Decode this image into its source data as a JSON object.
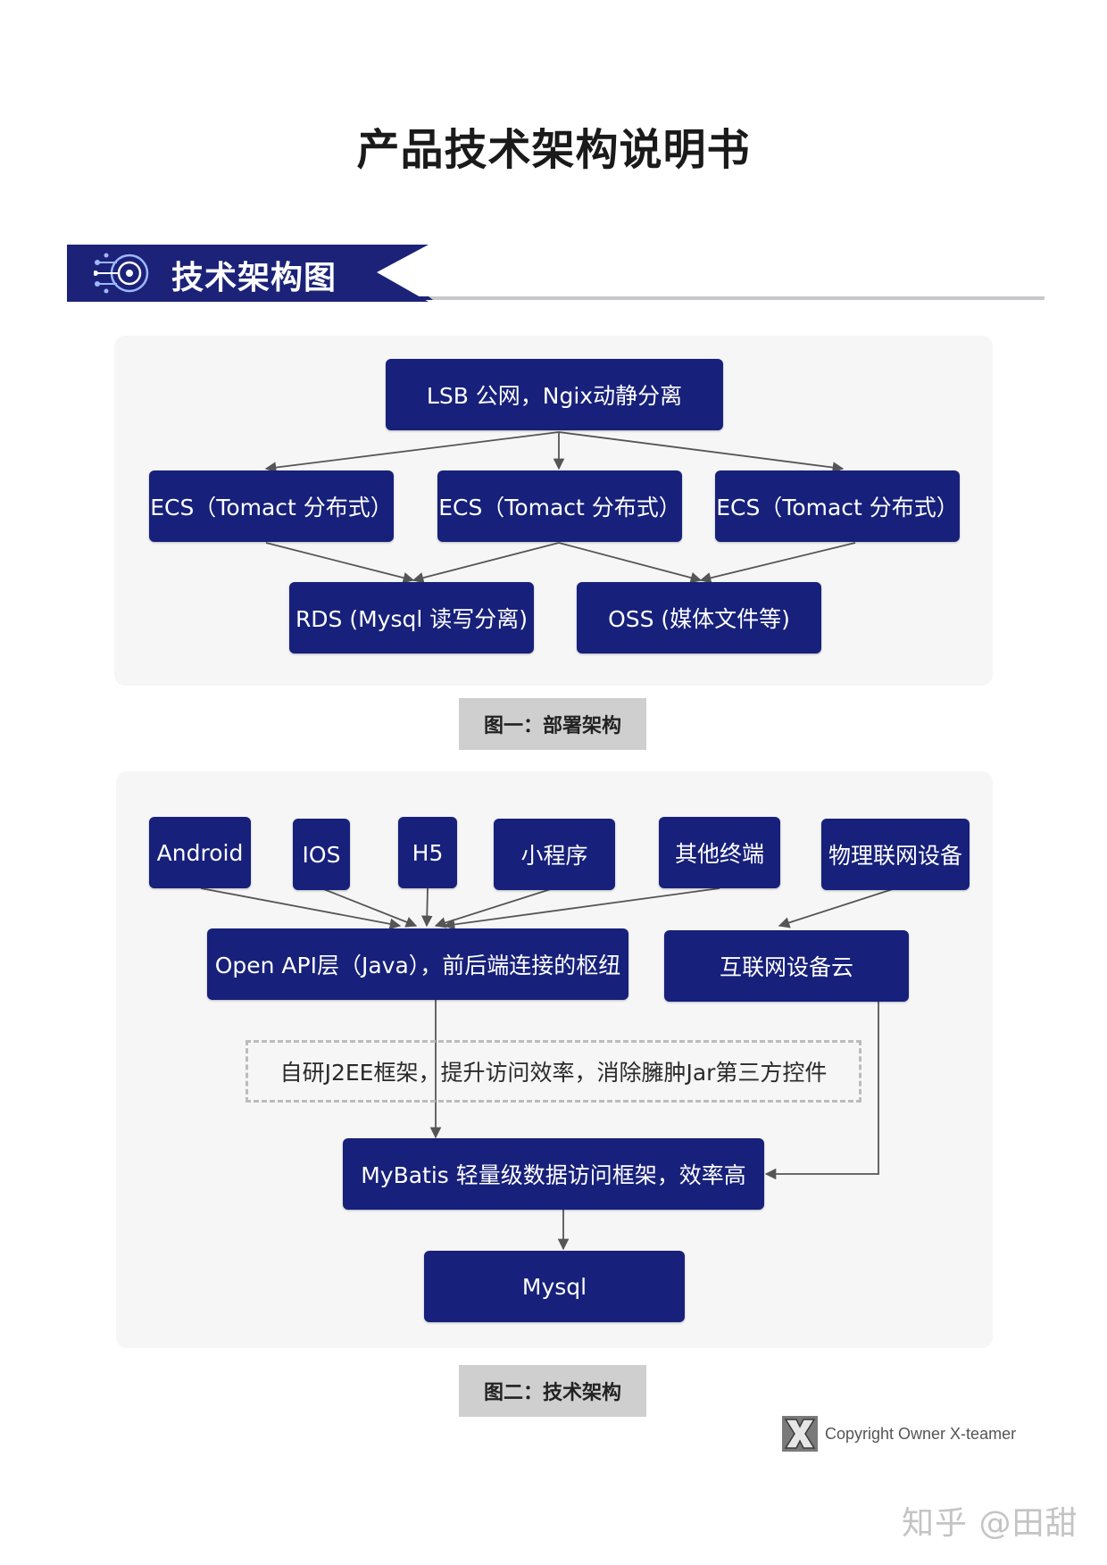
{
  "document": {
    "title": "产品技术架构说明书",
    "section_title": "技术架构图"
  },
  "diagram1": {
    "nodes": {
      "lsb": "LSB 公网，Ngix动静分离",
      "ecs1": "ECS（Tomact 分布式）",
      "ecs2": "ECS（Tomact 分布式）",
      "ecs3": "ECS（Tomact 分布式）",
      "rds": "RDS (Mysql 读写分离)",
      "oss": "OSS (媒体文件等)"
    },
    "caption": "图一：部署架构"
  },
  "diagram2": {
    "nodes": {
      "android": "Android",
      "ios": "IOS",
      "h5": "H5",
      "miniprogram": "小程序",
      "other": "其他终端",
      "iot": "物理联网设备",
      "open_api": "Open API层（Java），前后端连接的枢纽",
      "iot_cloud": "互联网设备云",
      "mybatis": "MyBatis 轻量级数据访问框架，效率高",
      "mysql": "Mysql"
    },
    "note": "自研J2EE框架，提升访问效率，消除臃肿Jar第三方控件",
    "caption": "图二：技术架构"
  },
  "footer": {
    "copyright": "Copyright Owner X-teamer",
    "watermark": "知乎 @田甜"
  },
  "colors": {
    "node": "#17207a",
    "banner": "#1b2278",
    "panel": "#f6f6f7",
    "caption": "#cfcfd0",
    "edge": "#555555"
  }
}
